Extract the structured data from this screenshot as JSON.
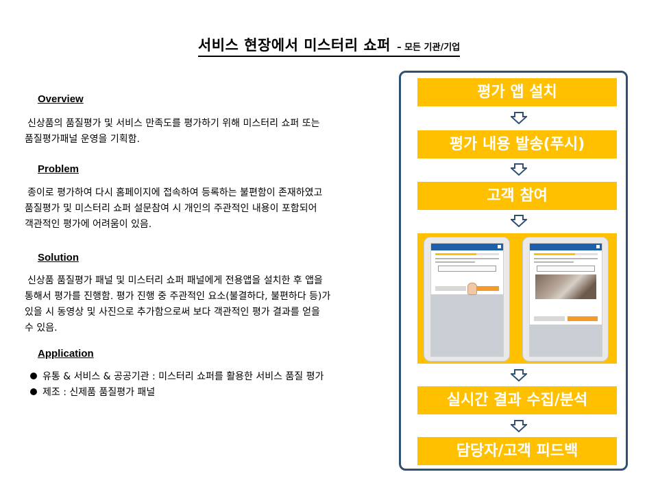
{
  "title": {
    "main": "서비스 현장에서 미스터리 쇼퍼",
    "sub": "– 모든 기관/기업"
  },
  "sections": [
    {
      "heading": "Overview",
      "lines": [
        "신상품의 품질평가 및 서비스 만족도를 평가하기 위해 미스터리 쇼퍼 또는",
        "품질평가패널 운영을 기획함."
      ]
    },
    {
      "heading": "Problem",
      "lines": [
        "종이로 평가하여 다시 홈페이지에 접속하여 등록하는 불편함이 존재하였고",
        "품질평가 및 미스터리 쇼퍼 설문참여 시 개인의 주관적인 내용이 포함되어",
        "객관적인 평가에 어려움이 있음."
      ]
    },
    {
      "heading": "Solution",
      "lines": [
        "신상품 품질평가 패널 및 미스터리 쇼퍼 패널에게 전용앱을 설치한 후 앱을",
        "통해서 평가를 진행함. 평가 진행 중 주관적인 요소(불결하다, 불편하다 등)가",
        "있을 시 동영상 및 사진으로 추가함으로써 보다 객관적인 평가 결과를 얻을",
        "수 있음."
      ]
    },
    {
      "heading": "Application",
      "bullets": [
        "유통 & 서비스 & 공공기관 : 미스터리 쇼퍼를 활용한 서비스 품질 평가",
        "제조 : 신제품 품질평가 패널"
      ]
    }
  ],
  "flow": {
    "steps": [
      "평가 앱 설치",
      "평가 내용 발송(푸시)",
      "고객 참여",
      "실시간 결과 수집/분석",
      "담당자/고객 피드백"
    ],
    "colors": {
      "step_bg": "#ffc000",
      "frame": "#2f4f73",
      "arrow": "#2f4f73"
    }
  }
}
